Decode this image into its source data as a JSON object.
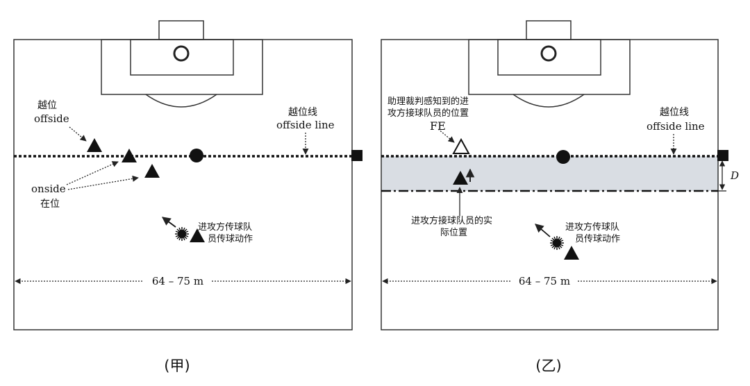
{
  "colors": {
    "stroke": "#222222",
    "band": "#d9dde3",
    "background": "#ffffff"
  },
  "left": {
    "caption": "(甲)",
    "offside_player_label_cn": "越位",
    "offside_player_label_en": "offside",
    "offside_line_label_cn": "越位线",
    "offside_line_label_en": "offside line",
    "onside_label_en": "onside",
    "onside_label_cn": "在位",
    "passer_label_line1": "进攻方传球队",
    "passer_label_line2": "员传球动作",
    "width_label": "64 – 75 m"
  },
  "right": {
    "caption": "(乙)",
    "perceived_label_line1": "助理裁判感知到的进",
    "perceived_label_line2": "攻方接球队员的位置",
    "fe_label": "FE",
    "offside_line_label_cn": "越位线",
    "offside_line_label_en": "offside line",
    "distance_label": "D",
    "actual_label_line1": "进攻方接球队员的实",
    "actual_label_line2": "际位置",
    "passer_label_line1": "进攻方传球队",
    "passer_label_line2": "员传球动作",
    "width_label": "64 – 75 m"
  }
}
